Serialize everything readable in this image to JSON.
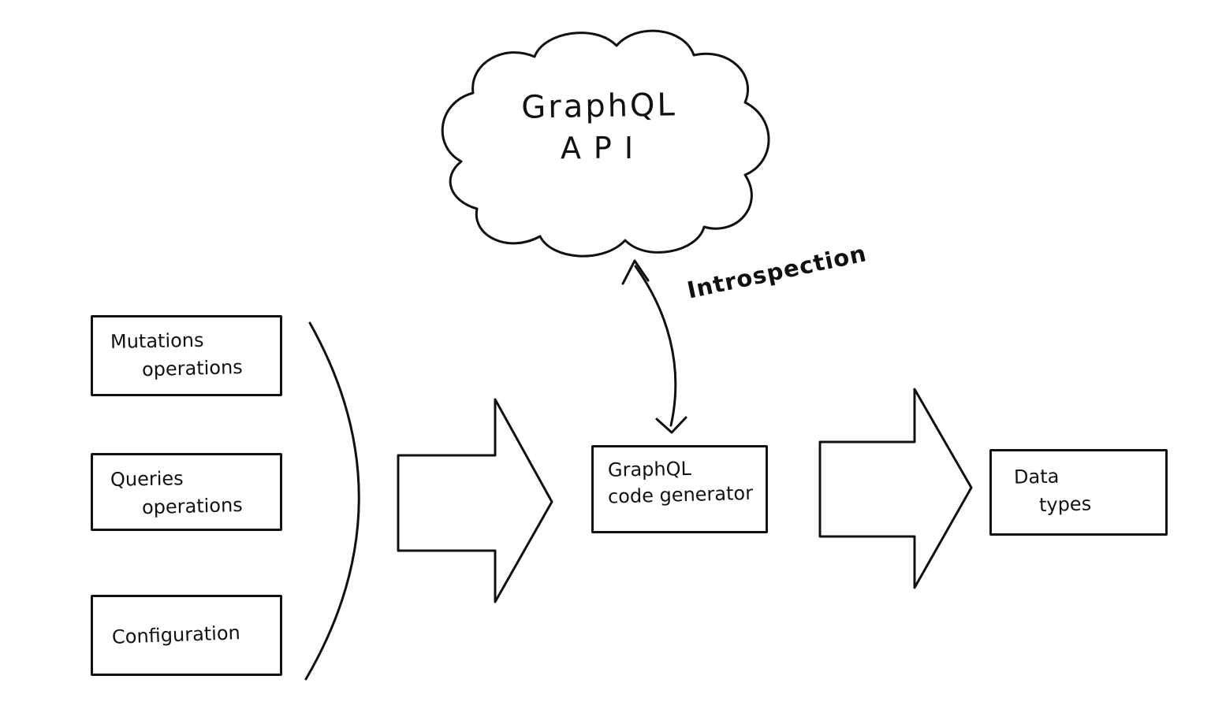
{
  "cloud": {
    "line1": "GraphQL",
    "line2": "API"
  },
  "inputs": [
    {
      "line1": "Mutations",
      "line2": "operations"
    },
    {
      "line1": "Queries",
      "line2": "operations"
    },
    {
      "line1": "Configuration"
    }
  ],
  "generator": {
    "line1": "GraphQL",
    "line2": "code generator"
  },
  "output": {
    "line1": "Data",
    "line2": "types"
  },
  "introspection": {
    "label": "Introspection"
  },
  "colors": {
    "ink": "#111111",
    "background": "#ffffff"
  }
}
